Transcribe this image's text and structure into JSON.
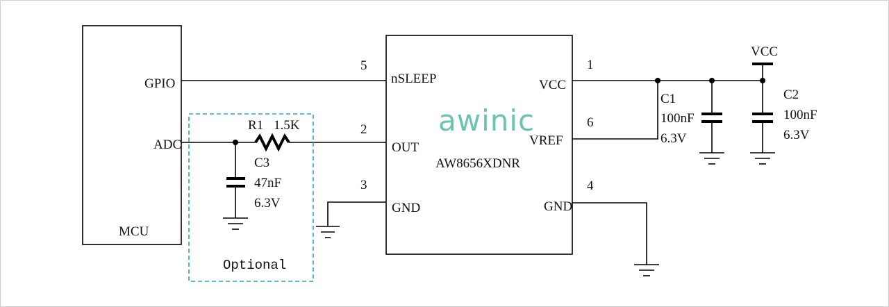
{
  "mcu": {
    "name": "MCU",
    "pins": {
      "gpio": "GPIO",
      "adc": "ADC"
    }
  },
  "chip": {
    "brand": "awinic",
    "part": "AW8656XDNR",
    "pins": {
      "nsleep": {
        "name": "nSLEEP",
        "num": "5"
      },
      "out": {
        "name": "OUT",
        "num": "2"
      },
      "gnd_left": {
        "name": "GND",
        "num": "3"
      },
      "vcc": {
        "name": "VCC",
        "num": "1"
      },
      "vref": {
        "name": "VREF",
        "num": "6"
      },
      "gnd_right": {
        "name": "GND",
        "num": "4"
      }
    }
  },
  "r1": {
    "ref": "R1",
    "value": "1.5K"
  },
  "c1": {
    "ref": "C1",
    "value": "100nF",
    "voltage": "6.3V"
  },
  "c2": {
    "ref": "C2",
    "value": "100nF",
    "voltage": "6.3V"
  },
  "c3": {
    "ref": "C3",
    "value": "47nF",
    "voltage": "6.3V"
  },
  "supply": "VCC",
  "optional_label": "Optional",
  "colors": {
    "brand": "#6cc4b0",
    "optional_box": "#2aa6c4",
    "lines": "#000000"
  }
}
